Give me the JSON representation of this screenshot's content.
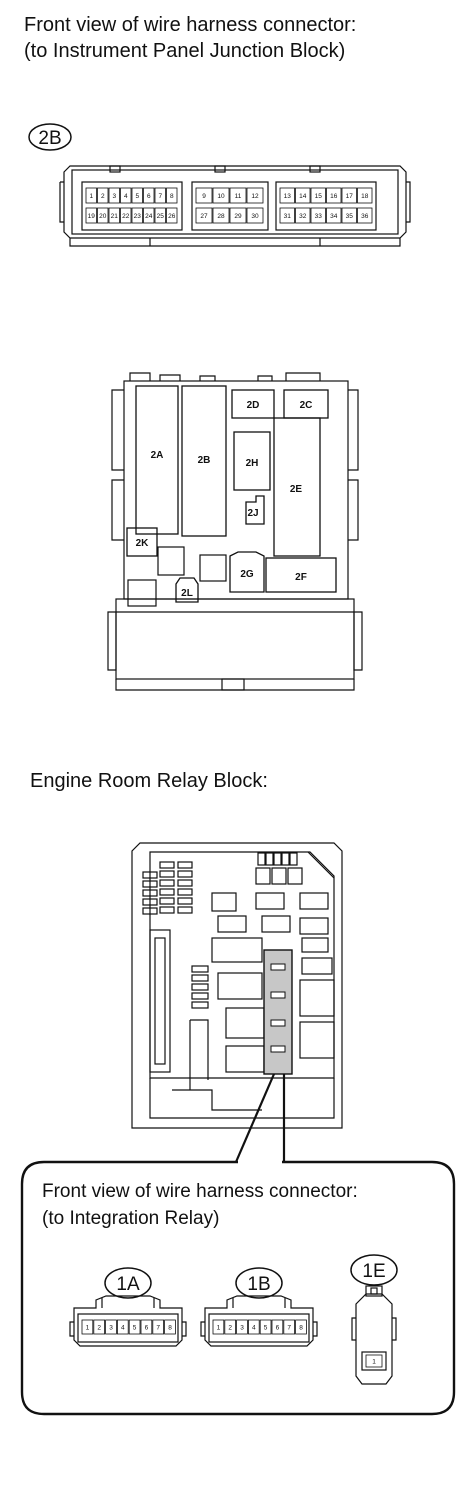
{
  "captions": {
    "ip_connector_line1": "Front view of wire harness connector:",
    "ip_connector_line2": "(to Instrument Panel Junction Block)",
    "engine_room": "Engine Room Relay Block:",
    "relay_connector_line1": "Front view of wire harness connector:",
    "relay_connector_line2": "(to Integration Relay)"
  },
  "connector_2B": {
    "label": "2B",
    "row1": [
      "1",
      "2",
      "3",
      "4",
      "5",
      "6",
      "7",
      "8",
      "9",
      "10",
      "11",
      "12",
      "13",
      "14",
      "15",
      "16",
      "17",
      "18"
    ],
    "row2": [
      "19",
      "20",
      "21",
      "22",
      "23",
      "24",
      "25",
      "26",
      "27",
      "28",
      "29",
      "30",
      "31",
      "32",
      "33",
      "34",
      "35",
      "36"
    ]
  },
  "junction_block": {
    "blocks": [
      "2A",
      "2B",
      "2C",
      "2D",
      "2E",
      "2F",
      "2G",
      "2H",
      "2J",
      "2K",
      "2L"
    ]
  },
  "relay_connectors": [
    {
      "label": "1A",
      "pins": [
        "1",
        "2",
        "3",
        "4",
        "5",
        "6",
        "7",
        "8"
      ]
    },
    {
      "label": "1B",
      "pins": [
        "1",
        "2",
        "3",
        "4",
        "5",
        "6",
        "7",
        "8"
      ]
    },
    {
      "label": "1E",
      "pins": [
        "1"
      ]
    }
  ]
}
